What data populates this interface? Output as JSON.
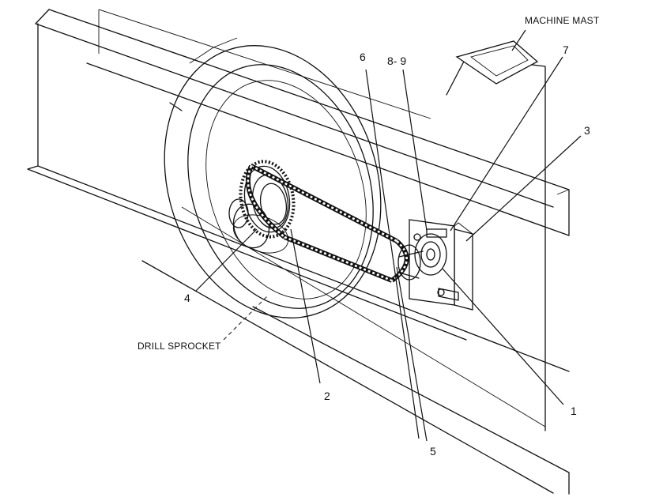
{
  "labels": {
    "machine_mast": "MACHINE MAST",
    "drill_sprocket": "DRILL SPROCKET"
  },
  "callouts": [
    "1",
    "2",
    "3",
    "4",
    "5",
    "6",
    "7",
    "8- 9"
  ]
}
